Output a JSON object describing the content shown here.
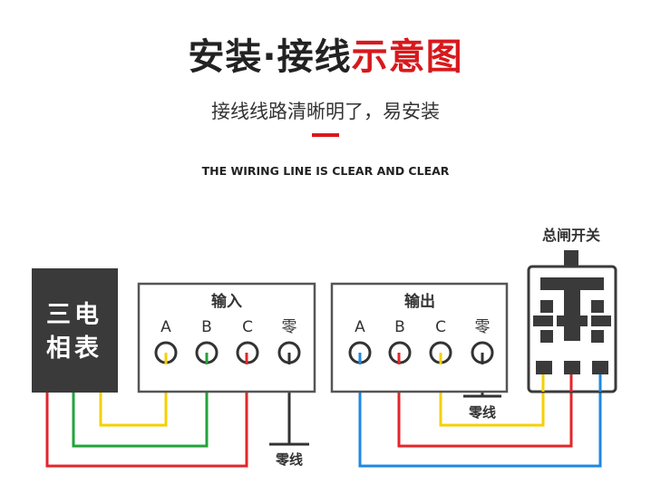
{
  "header": {
    "title_dark": "安装·接线",
    "title_red": "示意图",
    "subtitle": "接线线路清晰明了，易安装",
    "english_caption": "THE WIRING LINE IS CLEAR AND CLEAR"
  },
  "meter": {
    "line1": "三电",
    "line2": "相表"
  },
  "input_box": {
    "label": "输入",
    "terminals": [
      "A",
      "B",
      "C",
      "零"
    ]
  },
  "output_box": {
    "label": "输出",
    "terminals": [
      "A",
      "B",
      "C",
      "零"
    ]
  },
  "neutral_label_input": "零线",
  "neutral_label_output": "零线",
  "switch": {
    "label": "总闸开关"
  },
  "colors": {
    "accent_red": "#d7191c",
    "wire_yellow": "#f5d000",
    "wire_green": "#22a33a",
    "wire_red": "#e3262b",
    "wire_blue": "#1e88e5",
    "wire_black": "#333333",
    "meter_bg": "#3a3a3a",
    "box_border": "#555555"
  }
}
